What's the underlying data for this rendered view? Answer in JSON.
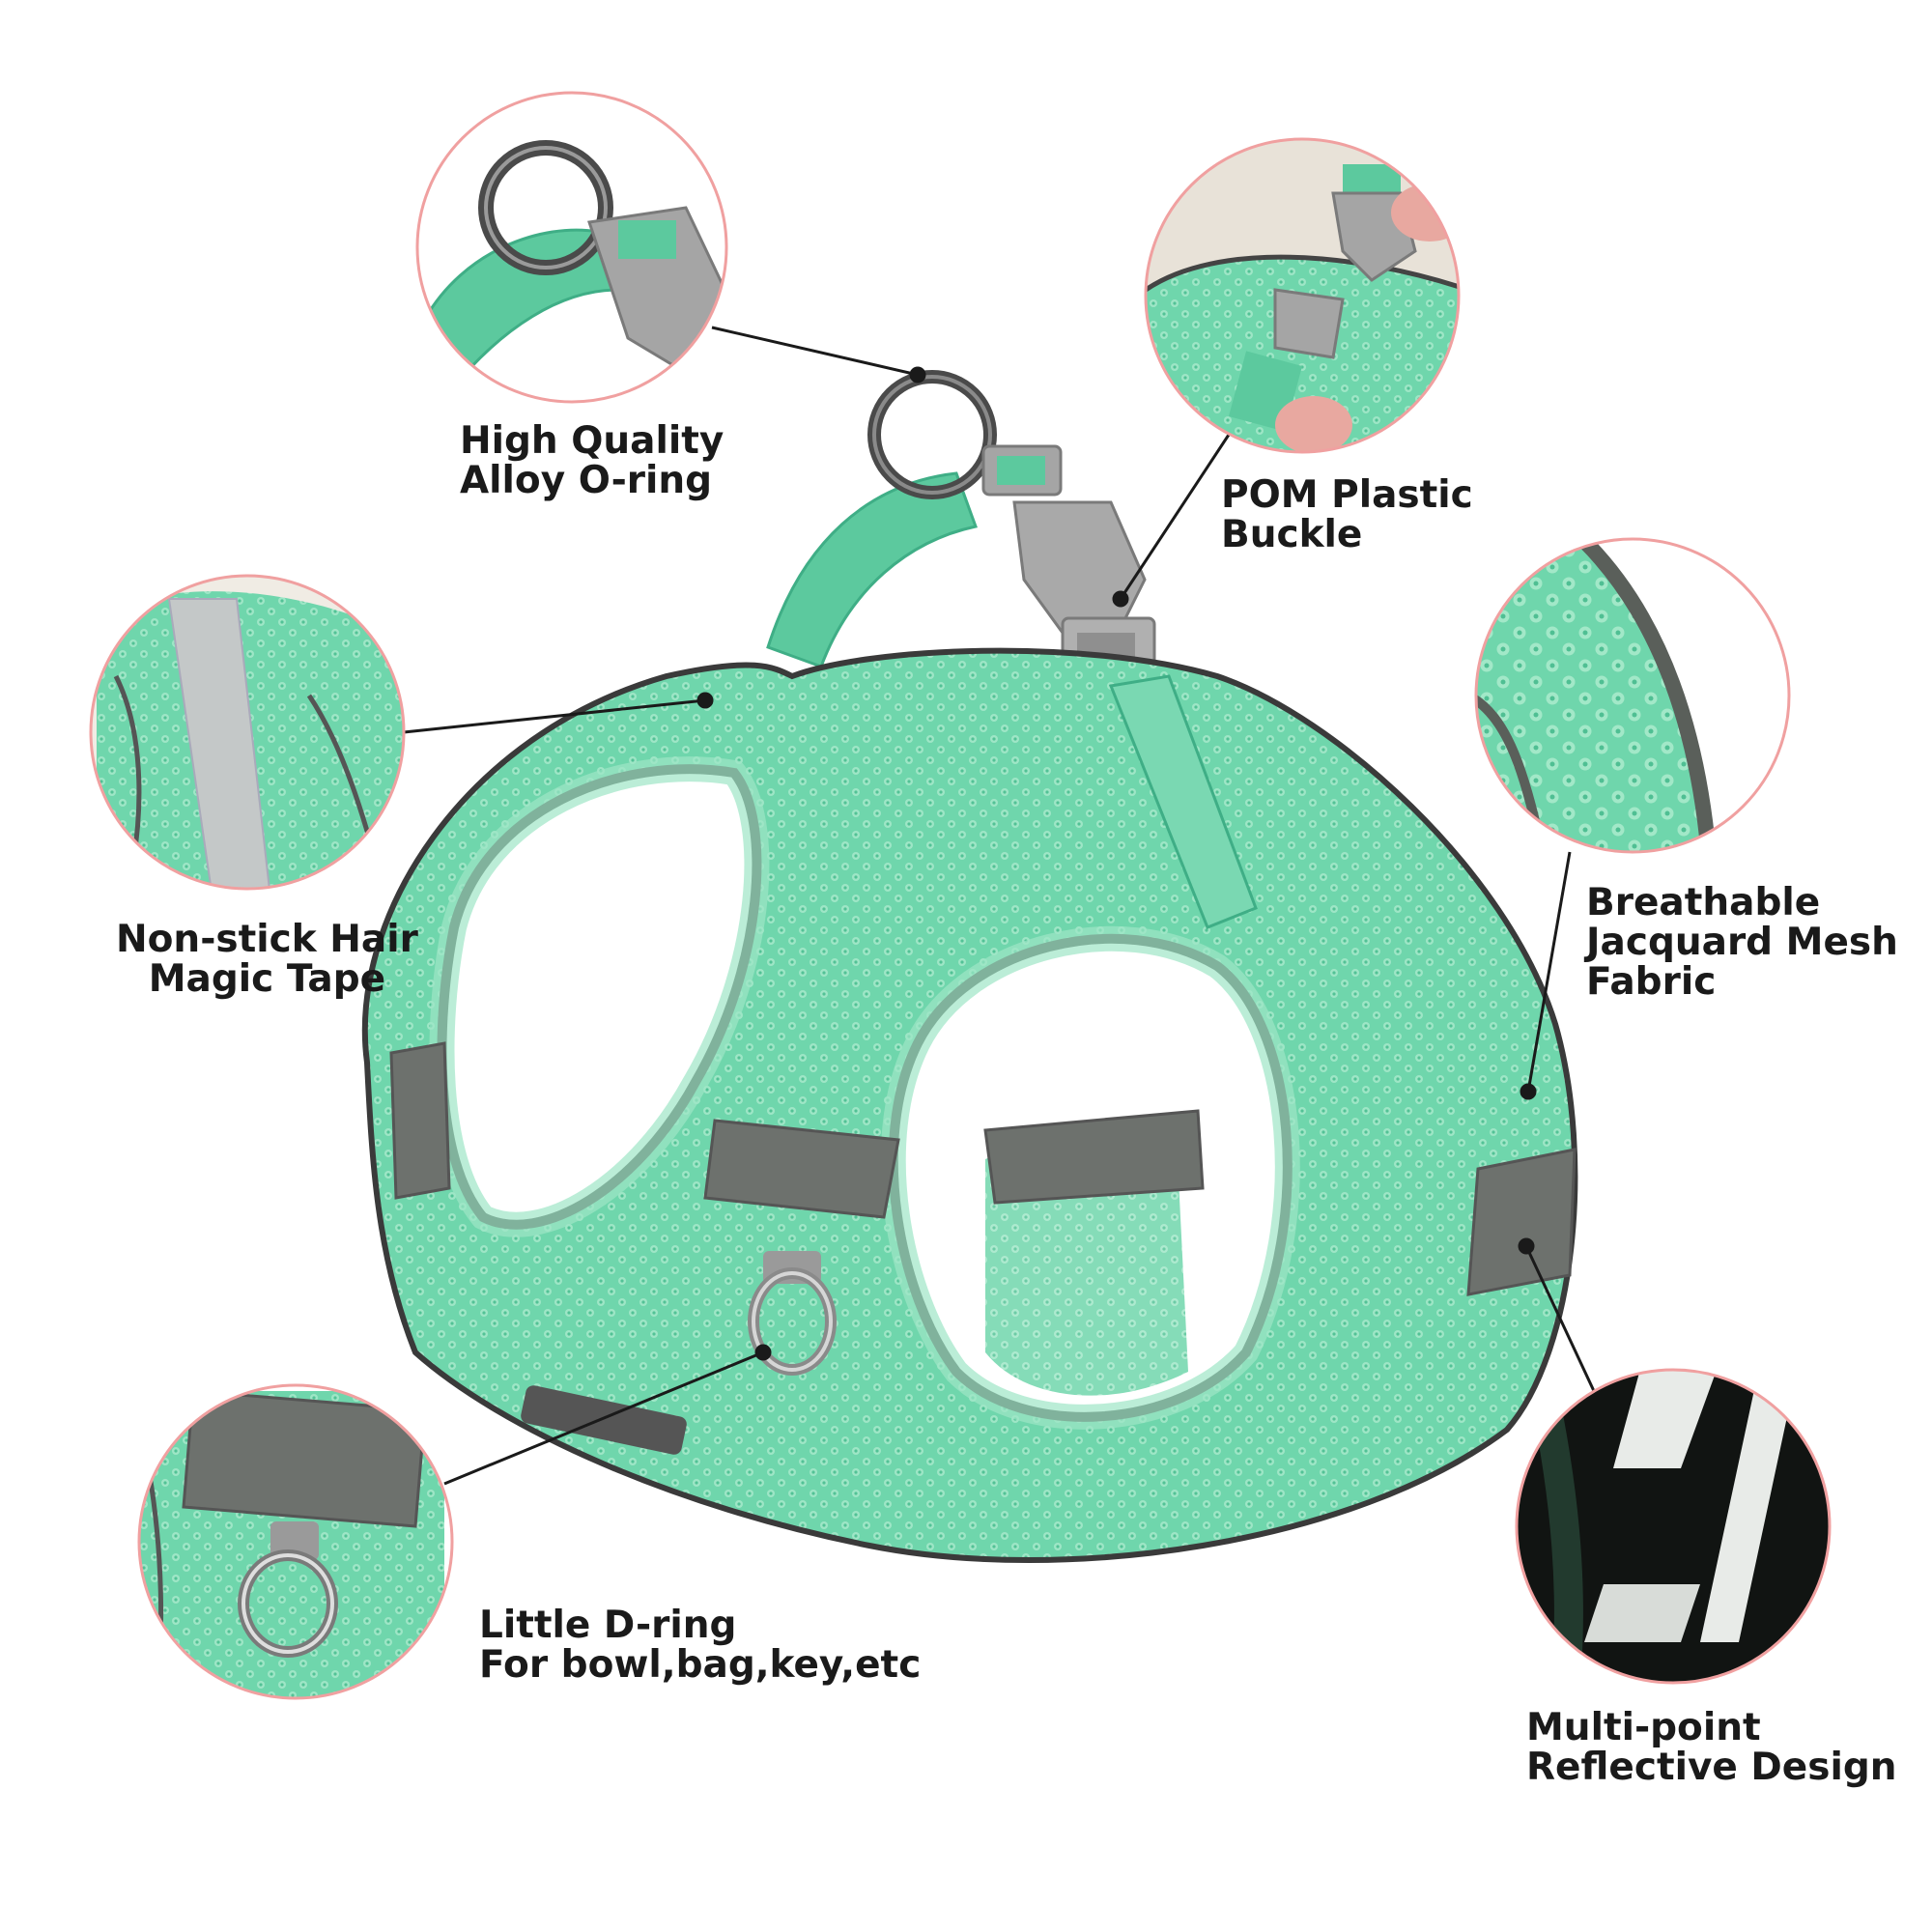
{
  "colors": {
    "mint": "#6fd6ac",
    "mint_light": "#9ee6c6",
    "mint_dark": "#3fae86",
    "reflective_grey": "#707570",
    "buckle_grey": "#a5a5a5",
    "callout_ring": "#f0a0a0",
    "leader_line": "#1a1a1a"
  },
  "callouts": {
    "oring": {
      "line1": "High Quality",
      "line2": "Alloy O-ring",
      "icon": "o-ring-closeup"
    },
    "buckle": {
      "line1": "POM Plastic",
      "line2": "Buckle",
      "icon": "buckle-closeup"
    },
    "tape": {
      "line1": "Non-stick Hair",
      "line2": "Magic Tape",
      "icon": "magic-tape-closeup"
    },
    "mesh": {
      "line1": "Breathable",
      "line2": "Jacquard Mesh",
      "line3": "Fabric",
      "icon": "mesh-fabric-closeup"
    },
    "dring": {
      "line1": "Little D-ring",
      "line2": "For bowl,bag,key,etc",
      "icon": "d-ring-closeup"
    },
    "reflect": {
      "line1": "Multi-point",
      "line2": "Reflective Design",
      "icon": "reflective-closeup"
    }
  }
}
